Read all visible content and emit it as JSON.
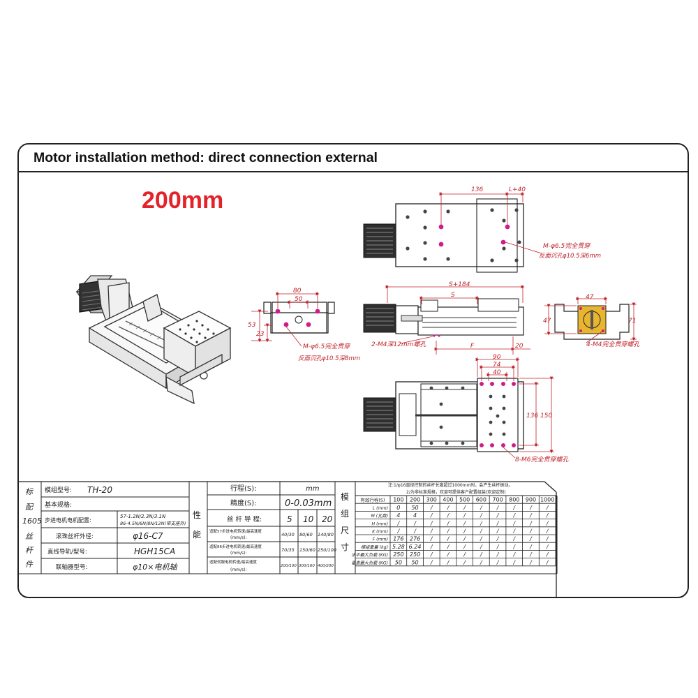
{
  "header": {
    "title": "Motor installation method: direct connection external"
  },
  "stroke_label": "200mm",
  "drawings": {
    "top_view": {
      "dim_136": "136",
      "dim_L40": "L+40",
      "note_line1": "M-φ6.5完全贯穿",
      "note_line2": "反面沉孔φ10.5深6mm"
    },
    "end_view_left": {
      "dim_80": "80",
      "dim_50": "50",
      "dim_53": "53",
      "dim_23": "23",
      "note_line1": "M-φ6.5完全贯穿",
      "note_line2": "反面沉孔φ10.5深8mm"
    },
    "side_view": {
      "dim_s184": "S+184",
      "dim_s": "S",
      "dim_f": "F",
      "dim_20": "20",
      "note": "2-M4深12mm螺孔"
    },
    "end_view_right": {
      "dim_47w": "47",
      "dim_47h": "47",
      "dim_71": "71",
      "note": "4-M4完全贯穿螺孔"
    },
    "bottom_view": {
      "dim_90": "90",
      "dim_74": "74",
      "dim_40": "40",
      "dim_136": "136",
      "dim_150": "150",
      "note": "8-M6完全贯穿螺孔"
    }
  },
  "spec_table": {
    "side_label_chars": [
      "标",
      "配",
      "1605",
      "丝",
      "杆",
      "件"
    ],
    "rows": [
      {
        "label": "模组型号:",
        "value": "TH-20"
      },
      {
        "label": "基本规格:",
        "value": ""
      },
      {
        "label": "步进电机电机配置:",
        "value": "57-1.2N/2.3N/3.1N",
        "value2": "86-4.5N/6N/8N/12N(带支座外)"
      },
      {
        "label": "滚珠丝杆外径:",
        "value": "φ16-C7"
      },
      {
        "label": "直线导轨/型号:",
        "value": "HGH15CA"
      },
      {
        "label": "联轴器型号:",
        "value": "φ10×电机轴"
      }
    ]
  },
  "performance_table": {
    "side_label_chars": [
      "性",
      "能"
    ],
    "stroke_label": "行程(S):",
    "stroke_unit": "mm",
    "accuracy_label": "精度(S):",
    "accuracy_value": "0-0.03mm",
    "lead_label": "丝 杆 导 程:",
    "leads": [
      "5",
      "10",
      "20"
    ],
    "speed_rows": [
      {
        "label1": "适配57步进电机转速/最高速度",
        "label2": "(mm/s):",
        "values": [
          "40/30",
          "80/60",
          "140/80"
        ]
      },
      {
        "label1": "适配86步进电机转速/最高速度",
        "label2": "(mm/s):",
        "values": [
          "70/35",
          "150/60",
          "250/100"
        ]
      },
      {
        "label1": "适配伺服电机转速/最高速度",
        "label2": "(mm/s):",
        "values": [
          "200/100",
          "300/160",
          "400/200"
        ]
      }
    ]
  },
  "dimension_table": {
    "side_label_chars": [
      "模",
      "组",
      "尺",
      "寸"
    ],
    "note_line1": "注:1/φ16直径控制的丝杆长度超过1000mm时，会产生丝杆振动。",
    "note_line2": "2/为非标准规格，欢迎可提供客户配置组装(欢迎定制)",
    "header_label": "有效行程(S)",
    "strokes": [
      "100",
      "200",
      "300",
      "400",
      "500",
      "600",
      "700",
      "800",
      "900",
      "1000"
    ],
    "rows": [
      {
        "label": "L (mm)",
        "values": [
          "0",
          "50",
          "/",
          "/",
          "/",
          "/",
          "/",
          "/",
          "/",
          "/"
        ]
      },
      {
        "label": "M (孔数)",
        "values": [
          "4",
          "4",
          "/",
          "/",
          "/",
          "/",
          "/",
          "/",
          "/",
          "/"
        ]
      },
      {
        "label": "H (mm)",
        "values": [
          "/",
          "/",
          "/",
          "/",
          "/",
          "/",
          "/",
          "/",
          "/",
          "/"
        ]
      },
      {
        "label": "K (mm)",
        "values": [
          "/",
          "/",
          "/",
          "/",
          "/",
          "/",
          "/",
          "/",
          "/",
          "/"
        ]
      },
      {
        "label": "F (mm)",
        "values": [
          "176",
          "276",
          "/",
          "/",
          "/",
          "/",
          "/",
          "/",
          "/",
          "/"
        ]
      },
      {
        "label": "模组重量 (kg)",
        "values": [
          "5.28",
          "6.24",
          "/",
          "/",
          "/",
          "/",
          "/",
          "/",
          "/",
          "/"
        ]
      },
      {
        "label": "水平最大负载 (KG)",
        "values": [
          "250",
          "250",
          "/",
          "/",
          "/",
          "/",
          "/",
          "/",
          "/",
          "/"
        ]
      },
      {
        "label": "垂直最大负载 (KG)",
        "values": [
          "50",
          "50",
          "/",
          "/",
          "/",
          "/",
          "/",
          "/",
          "/",
          "/"
        ]
      }
    ]
  },
  "colors": {
    "accent_red": "#e4222a",
    "hole_magenta": "#d01c8b",
    "dim_red": "#c0202a",
    "line": "#222222"
  }
}
